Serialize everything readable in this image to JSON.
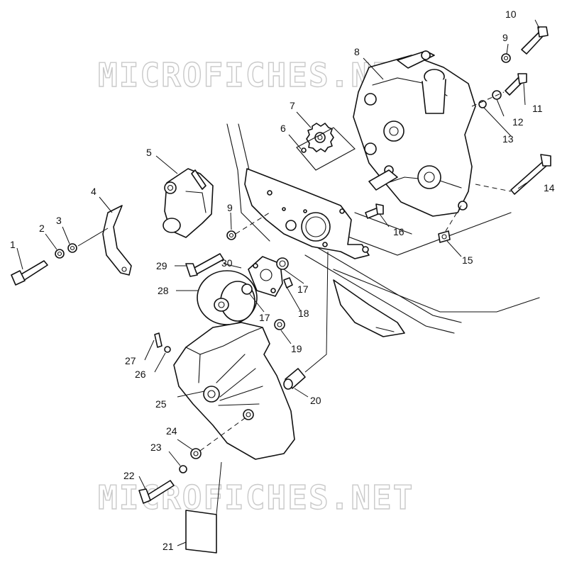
{
  "watermark": {
    "top": "MICROFICHES.NET",
    "bottom": "MICROFICHES.NET"
  },
  "colors": {
    "ink": "#111111",
    "watermark_outline": "#c9c9c9",
    "background": "#ffffff"
  },
  "callouts": {
    "c1": "1",
    "c2": "2",
    "c3": "3",
    "c4": "4",
    "c5": "5",
    "c6": "6",
    "c7": "7",
    "c8": "8",
    "c9a": "9",
    "c9b": "9",
    "c10": "10",
    "c11": "11",
    "c12": "12",
    "c13": "13",
    "c14": "14",
    "c15": "15",
    "c16": "16",
    "c17a": "17",
    "c17b": "17",
    "c18": "18",
    "c19": "19",
    "c20": "20",
    "c21": "21",
    "c22": "22",
    "c23": "23",
    "c24": "24",
    "c25": "25",
    "c26": "26",
    "c27": "27",
    "c28": "28",
    "c29": "29",
    "c30": "30"
  }
}
